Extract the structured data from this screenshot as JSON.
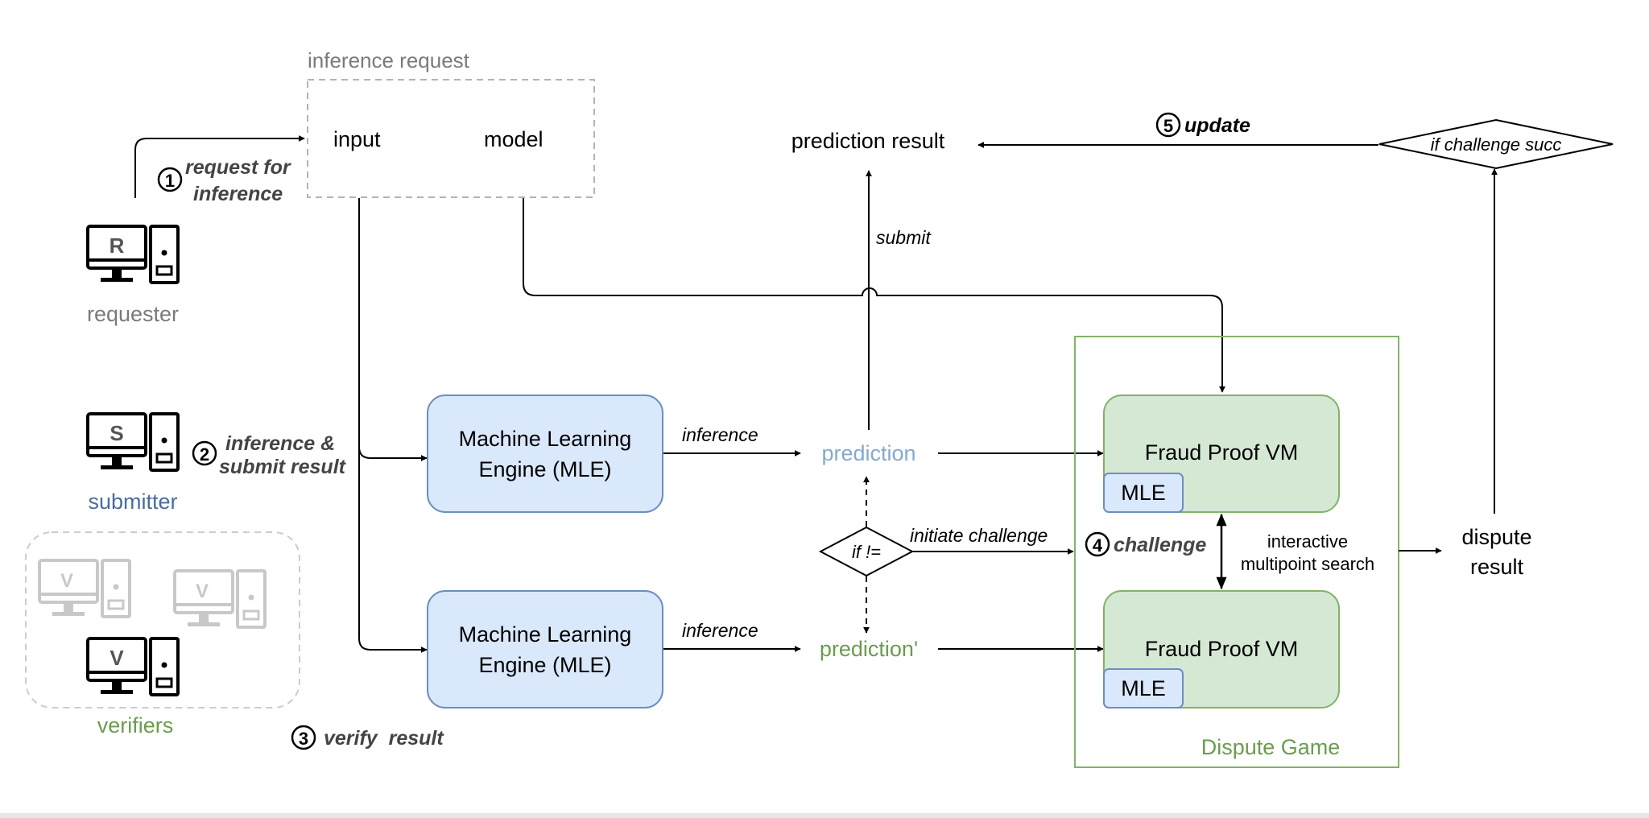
{
  "colors": {
    "gray_text": "#7a7a7a",
    "blue_text": "#4a6d9c",
    "light_blue_text": "#86a8d0",
    "green_text": "#6b9c4e",
    "mle_fill": "#dae8fc",
    "mle_stroke": "#6c8ebf",
    "vm_fill": "#d5e8d4",
    "vm_stroke": "#82b366",
    "faded_icon": "#c8c8c8"
  },
  "inference_request": {
    "title": "inference request",
    "input_label": "input",
    "model_label": "model"
  },
  "actors": {
    "requester": {
      "letter": "R",
      "label": "requester"
    },
    "submitter": {
      "letter": "S",
      "label": "submitter"
    },
    "verifiers": {
      "letter": "V",
      "label": "verifiers"
    }
  },
  "steps": {
    "step1": {
      "num": "1",
      "text_line1": "request for",
      "text_line2": "inference"
    },
    "step2": {
      "num": "2",
      "text_line1": "inference &",
      "text_line2": "submit result"
    },
    "step3": {
      "num": "3",
      "text": "verify  result"
    },
    "step4": {
      "num": "4",
      "text": "challenge"
    },
    "step5": {
      "num": "5",
      "text": "update"
    }
  },
  "mle_top": {
    "line1": "Machine Learning",
    "line2": "Engine (MLE)"
  },
  "mle_bottom": {
    "line1": "Machine Learning",
    "line2": "Engine (MLE)"
  },
  "edges": {
    "inference_top": "inference",
    "inference_bottom": "inference",
    "submit": "submit",
    "initiate_challenge": "initiate challenge",
    "interactive_line1": "interactive",
    "interactive_line2": "multipoint search"
  },
  "nodes": {
    "prediction": "prediction",
    "prediction_prime": "prediction'",
    "prediction_result": "prediction result",
    "if_neq": "if !=",
    "if_challenge": "if challenge succ",
    "dispute_result_line1": "dispute",
    "dispute_result_line2": "result"
  },
  "dispute_game": {
    "title": "Dispute Game",
    "vm_top": {
      "label": "Fraud Proof VM",
      "badge": "MLE"
    },
    "vm_bottom": {
      "label": "Fraud Proof VM",
      "badge": "MLE"
    }
  }
}
